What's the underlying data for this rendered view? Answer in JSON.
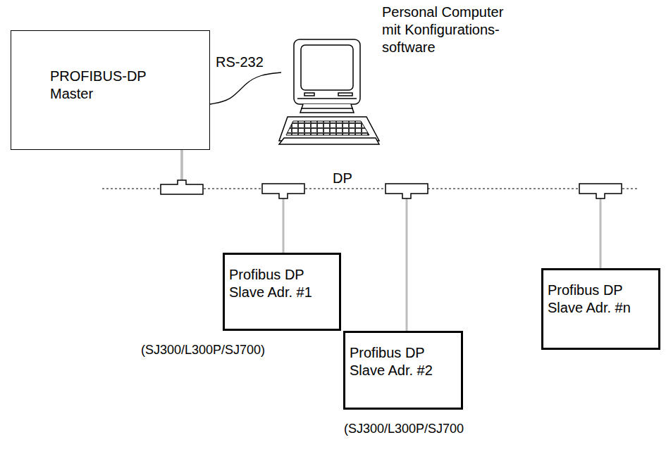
{
  "diagram": {
    "nodes": [
      {
        "text": [
          "PROFIBUS-DP Master"
        ]
      },
      {
        "text": [
          "Personal Computer mit Konfigurations- software"
        ]
      },
      {
        "text": [
          "Profibus DP Slave Adr. #1"
        ]
      },
      {
        "text": [
          "Profibus DP Slave Adr. #2"
        ]
      },
      {
        "text": [
          "Profibus DP Slave Adr. #n"
        ]
      }
    ],
    "edges": [
      {
        "from": 0,
        "to": 1,
        "label": "RS-232",
        "arrow": "none"
      },
      {
        "from": 0,
        "to": 2,
        "arrow": "none"
      },
      {
        "from": 0,
        "to": 3,
        "arrow": "none"
      },
      {
        "from": 0,
        "to": 4,
        "arrow": "none"
      }
    ],
    "labels": [
      "DP",
      "(SJ300/L300P/SJ700)",
      "(SJ300/L300P/SJ700"
    ]
  }
}
